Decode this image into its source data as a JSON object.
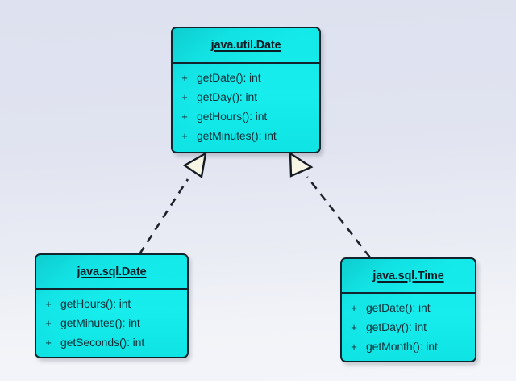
{
  "diagram": {
    "type": "uml-class-diagram",
    "background_top_color": "#dee1ef",
    "background_bottom_color": "#f4f5fa",
    "class_fill_color": "#17eded",
    "class_border_color": "#12252e",
    "arrowhead_fill_color": "#f7f5e4",
    "classes": [
      {
        "id": "java-util-date",
        "name": "java.util.Date",
        "members": [
          {
            "visibility": "+",
            "signature": "getDate(): int"
          },
          {
            "visibility": "+",
            "signature": "getDay(): int"
          },
          {
            "visibility": "+",
            "signature": "getHours(): int"
          },
          {
            "visibility": "+",
            "signature": "getMinutes(): int"
          }
        ]
      },
      {
        "id": "java-sql-date",
        "name": "java.sql.Date",
        "members": [
          {
            "visibility": "+",
            "signature": "getHours(): int"
          },
          {
            "visibility": "+",
            "signature": "getMinutes(): int"
          },
          {
            "visibility": "+",
            "signature": "getSeconds(): int"
          }
        ]
      },
      {
        "id": "java-sql-time",
        "name": "java.sql.Time",
        "members": [
          {
            "visibility": "+",
            "signature": "getDate(): int"
          },
          {
            "visibility": "+",
            "signature": "getDay(): int"
          },
          {
            "visibility": "+",
            "signature": "getMonth(): int"
          }
        ]
      }
    ],
    "relationships": [
      {
        "id": "rel-sql-date-to-util-date",
        "kind": "generalization",
        "style": "dashed",
        "source": "java-sql-date",
        "target": "java-util-date"
      },
      {
        "id": "rel-sql-time-to-util-date",
        "kind": "generalization",
        "style": "dashed",
        "source": "java-sql-time",
        "target": "java-util-date"
      }
    ]
  }
}
